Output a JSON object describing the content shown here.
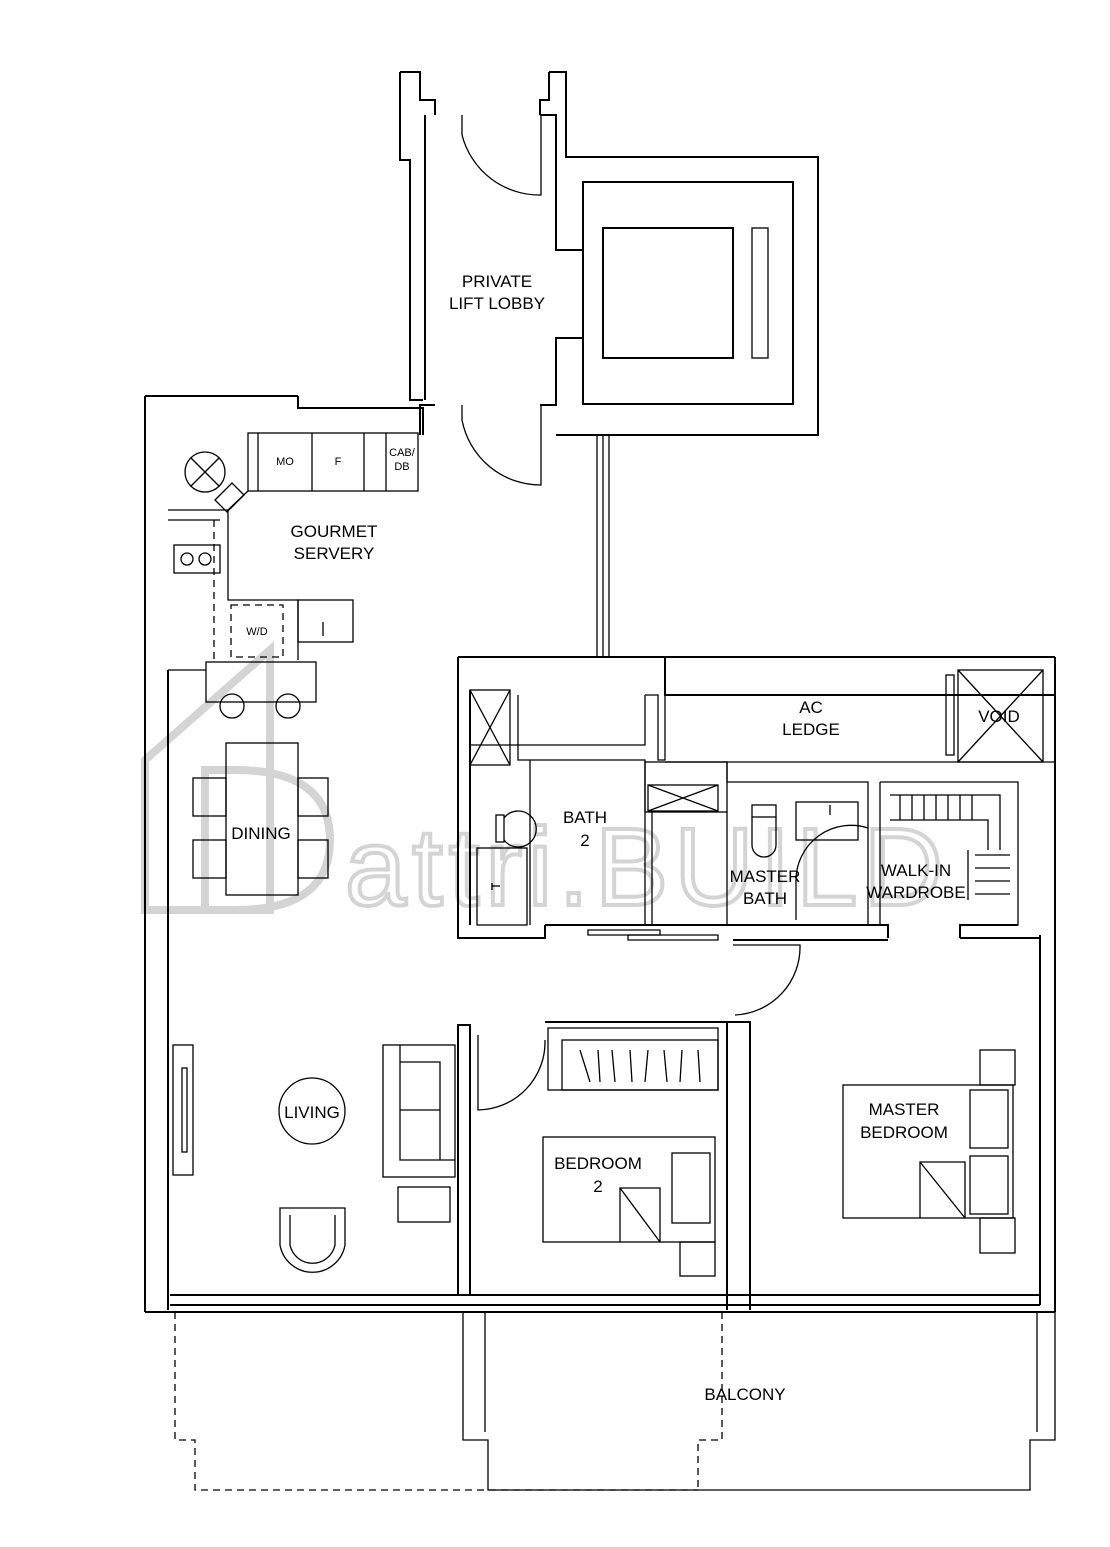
{
  "rooms": {
    "lift_lobby": [
      "PRIVATE",
      "LIFT LOBBY"
    ],
    "servery": [
      "GOURMET",
      "SERVERY"
    ],
    "ac_ledge": [
      "AC",
      "LEDGE"
    ],
    "void": "VOID",
    "bath2": [
      "BATH",
      "2"
    ],
    "master_bath": [
      "MASTER",
      "BATH"
    ],
    "walk_in": [
      "WALK-IN",
      "WARDROBE"
    ],
    "dining": "DINING",
    "living": "LIVING",
    "bedroom2": [
      "BEDROOM",
      "2"
    ],
    "master_bedroom": [
      "MASTER",
      "BEDROOM"
    ],
    "balcony": "BALCONY"
  },
  "fixtures": {
    "mo": "MO",
    "fridge": "F",
    "cab_db": [
      "CAB/",
      "DB"
    ],
    "wd": "W/D"
  },
  "watermark": "attri.BUILD"
}
